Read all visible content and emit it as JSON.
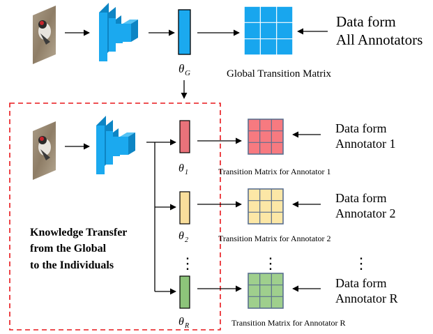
{
  "global": {
    "source_line1": "Data form",
    "source_line2": "All Annotators",
    "param_symbol": "θ",
    "param_subscript": "G",
    "matrix_label": "Global Transition Matrix",
    "color_feature": "#1BA9EF",
    "color_matrix": "#18A6EE"
  },
  "transfer_box": {
    "line1": "Knowledge Transfer",
    "line2": "from the Global",
    "line3": "to the Individuals",
    "color": "#E8161A"
  },
  "annotators": [
    {
      "param_symbol": "θ",
      "param_subscript": "1",
      "matrix_label": "Transition Matrix  for Annotator 1",
      "source_line1": "Data form",
      "source_line2": "Annotator 1",
      "color_feature": "#E9727A",
      "color_matrix": "#F77A80"
    },
    {
      "param_symbol": "θ",
      "param_subscript": "2",
      "matrix_label": "Transition Matrix  for Annotator 2",
      "source_line1": "Data form",
      "source_line2": "Annotator 2",
      "color_feature": "#F9DE9B",
      "color_matrix": "#FCE7A6"
    },
    {
      "param_symbol": "θ",
      "param_subscript": "R",
      "matrix_label": "Transition Matrix for Annotator R",
      "source_line1": "Data form",
      "source_line2": "Annotator R",
      "color_feature": "#8DC47A",
      "color_matrix": "#9FCF8D"
    }
  ],
  "ellipsis": "⋮",
  "icons": {
    "input_image": "bird-photo-icon",
    "network": "cnn-network-icon"
  }
}
